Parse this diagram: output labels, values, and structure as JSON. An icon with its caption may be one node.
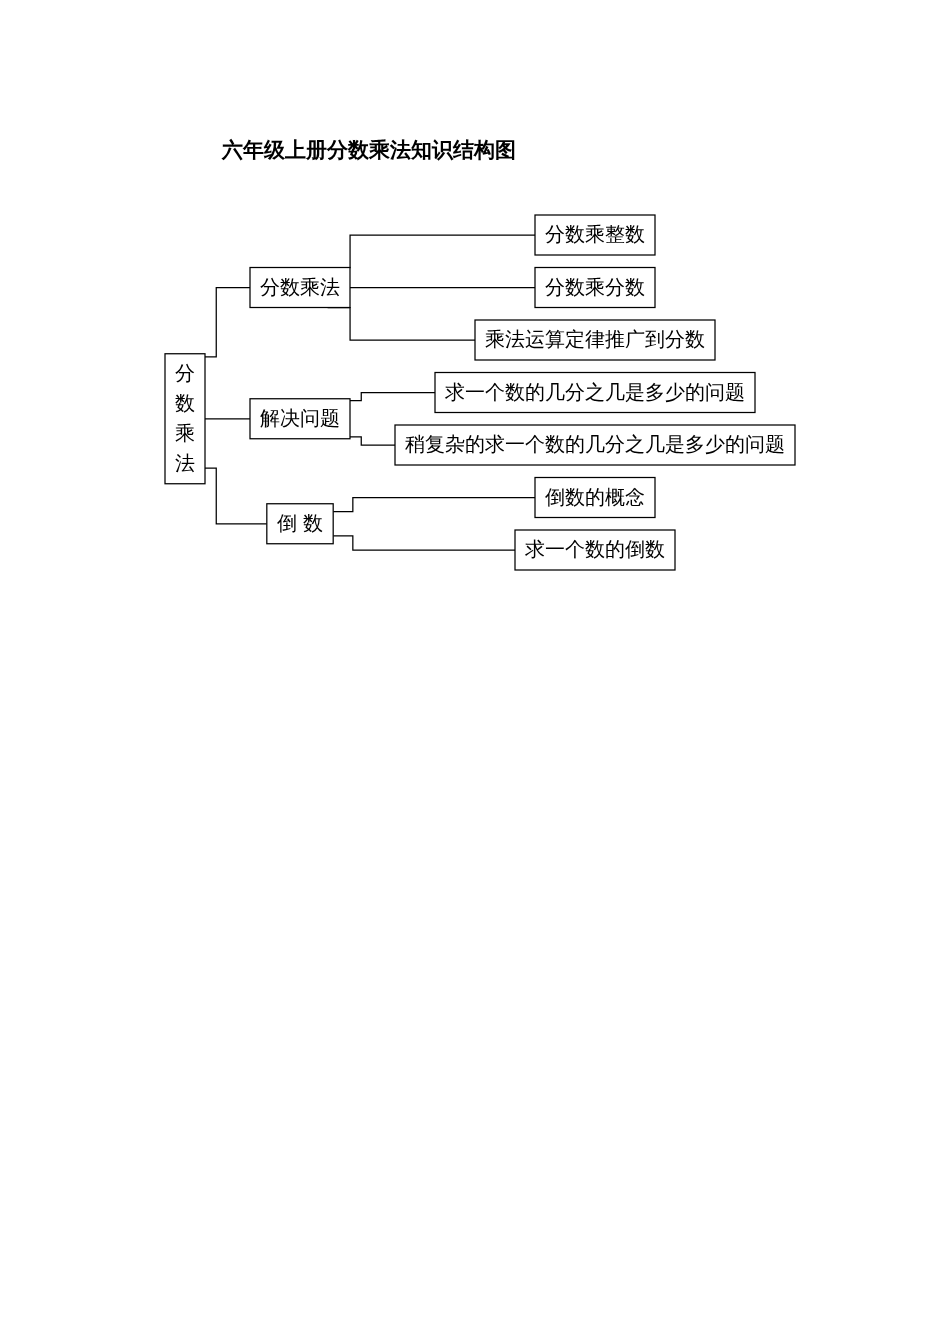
{
  "diagram": {
    "title": "六年级上册分数乘法知识结构图",
    "nodes": [
      {
        "text": [
          "分数乘法"
        ]
      },
      {
        "text": [
          "分数乘法"
        ]
      },
      {
        "text": [
          "分数乘整数"
        ]
      },
      {
        "text": [
          "分数乘分数"
        ]
      },
      {
        "text": [
          "乘法运算定律推广到分数"
        ]
      },
      {
        "text": [
          "解决问题"
        ]
      },
      {
        "text": [
          "求一个数的几分之几是多少的问题"
        ]
      },
      {
        "text": [
          "稍复杂的求一个数的几分之几是多少的问题"
        ]
      },
      {
        "text": [
          "倒 数"
        ]
      },
      {
        "text": [
          "倒数的概念"
        ]
      },
      {
        "text": [
          "求一个数的倒数"
        ]
      }
    ],
    "edges": [
      {
        "from": 0,
        "to": 1,
        "arrow": "none"
      },
      {
        "from": 1,
        "to": 2,
        "arrow": "none"
      },
      {
        "from": 1,
        "to": 3,
        "arrow": "none"
      },
      {
        "from": 1,
        "to": 4,
        "arrow": "none"
      },
      {
        "from": 0,
        "to": 5,
        "arrow": "none"
      },
      {
        "from": 5,
        "to": 6,
        "arrow": "none"
      },
      {
        "from": 5,
        "to": 7,
        "arrow": "none"
      },
      {
        "from": 0,
        "to": 8,
        "arrow": "none"
      },
      {
        "from": 8,
        "to": 9,
        "arrow": "none"
      },
      {
        "from": 8,
        "to": 10,
        "arrow": "none"
      }
    ]
  }
}
